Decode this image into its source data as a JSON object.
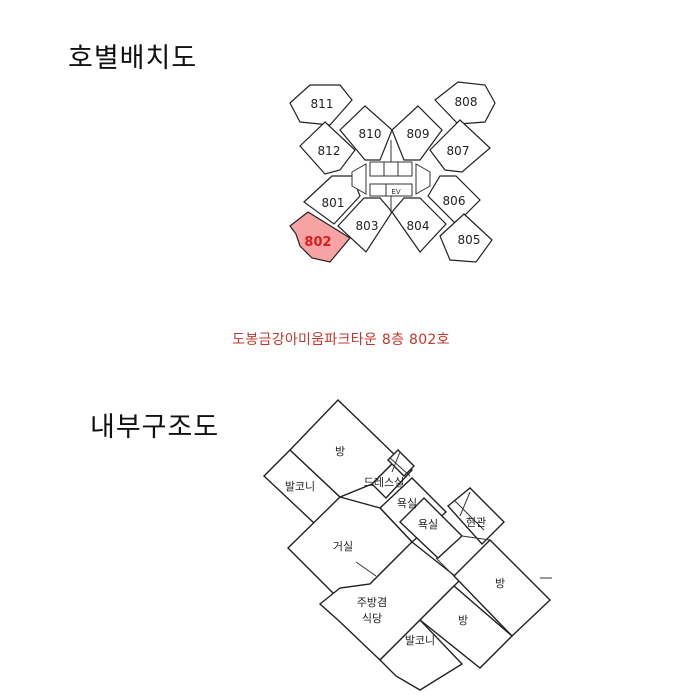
{
  "headings": {
    "layout": "호별배치도",
    "structure": "내부구조도"
  },
  "caption": "도봉금강아미움파크타운 8층 802호",
  "units": {
    "u811": "811",
    "u810": "810",
    "u809": "809",
    "u808": "808",
    "u812": "812",
    "u807": "807",
    "u801": "801",
    "u806": "806",
    "u803": "803",
    "u804": "804",
    "u805": "805",
    "u802": "802"
  },
  "core": {
    "ev": "EV"
  },
  "rooms": {
    "bang_top": "방",
    "balcony_left": "발코니",
    "dress": "드레스실",
    "bath1": "욕실",
    "bath2": "욕실",
    "entrance": "현관",
    "living": "거실",
    "kitchen_line1": "주방겸",
    "kitchen_line2": "식당",
    "bang_right": "방",
    "bang_bottom": "방",
    "balcony_bottom": "발코니"
  },
  "colors": {
    "selected_fill": "#f7a3a3",
    "selected_text": "#d81e1e",
    "caption": "#c0392b"
  }
}
